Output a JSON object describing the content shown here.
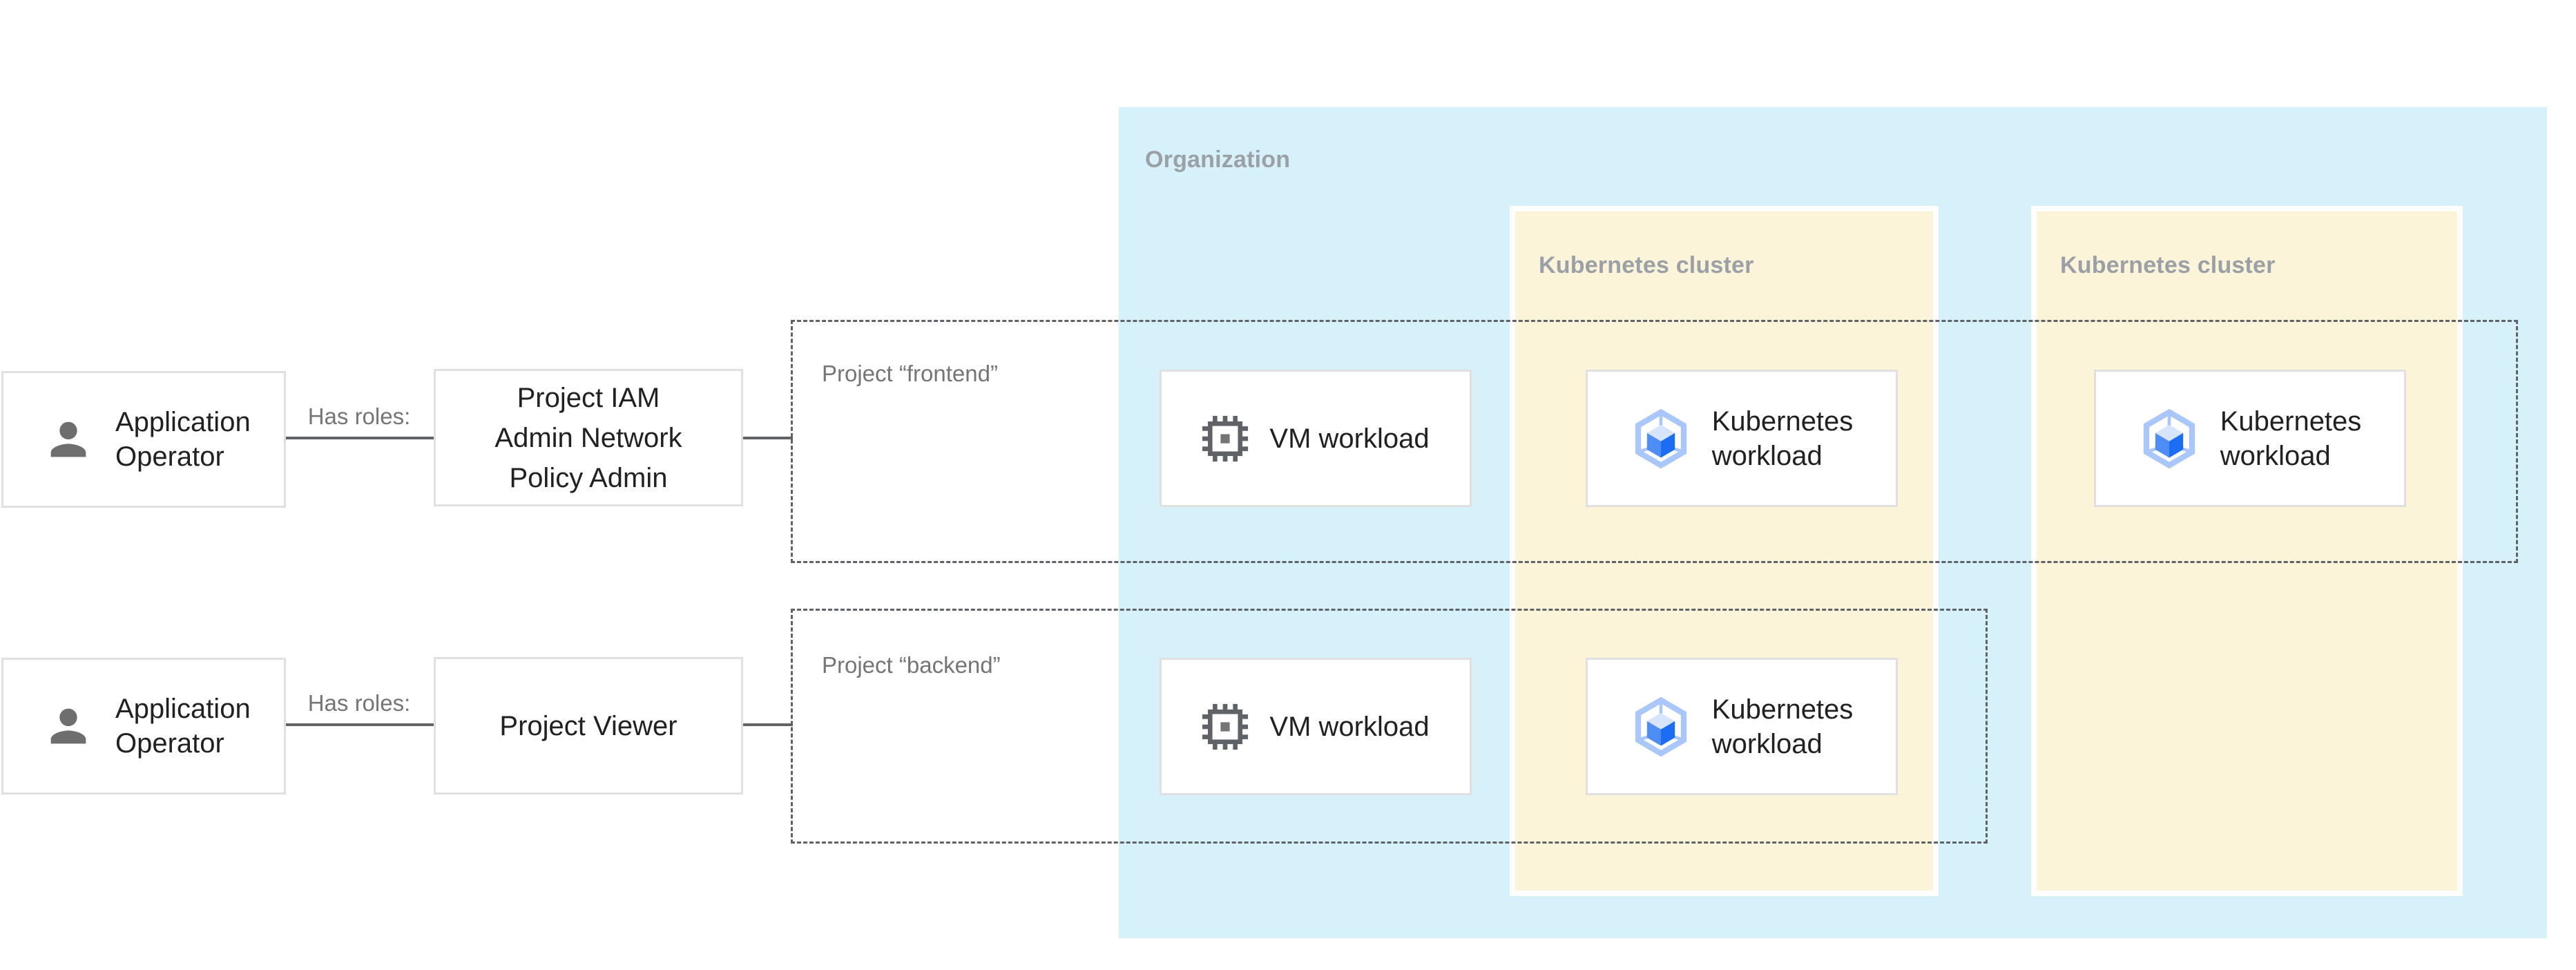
{
  "organization": {
    "label": "Organization"
  },
  "clusters": {
    "left": {
      "label": "Kubernetes cluster"
    },
    "right": {
      "label": "Kubernetes cluster"
    }
  },
  "projects": {
    "frontend": {
      "label": "Project “frontend”"
    },
    "backend": {
      "label": "Project “backend”"
    }
  },
  "actors": {
    "top": {
      "label": "Application\nOperator",
      "relation": "Has roles:",
      "role": "Project IAM\nAdmin Network\nPolicy Admin"
    },
    "bottom": {
      "label": "Application\nOperator",
      "relation": "Has roles:",
      "role": "Project Viewer"
    }
  },
  "workloads": {
    "frontend_vm": {
      "label": "VM workload"
    },
    "frontend_k8s_cluster1": {
      "label": "Kubernetes\nworkload"
    },
    "frontend_k8s_cluster2": {
      "label": "Kubernetes\nworkload"
    },
    "backend_vm": {
      "label": "VM workload"
    },
    "backend_k8s": {
      "label": "Kubernetes\nworkload"
    }
  },
  "icons": {
    "person": "person-icon",
    "vm": "chip-icon",
    "kubernetes": "gke-hexagon-icon"
  },
  "colors": {
    "organization_bg": "#d7f1fa",
    "cluster_bg": "#fcf4d9",
    "cluster_frame": "#ffffff",
    "node_border": "#e0e0e0",
    "dashed_boundary": "#5f6368",
    "connector": "#5f6368",
    "zone_label": "#9aa0a6",
    "muted_label": "#757575",
    "node_text": "#212121",
    "icon_gray": "#5f6368",
    "k8s_hexagon": "#a9c7fa",
    "k8s_cube_left": "#4e8df6",
    "k8s_cube_right": "#1b6ef3",
    "k8s_cube_top": "#d6e4fc"
  }
}
